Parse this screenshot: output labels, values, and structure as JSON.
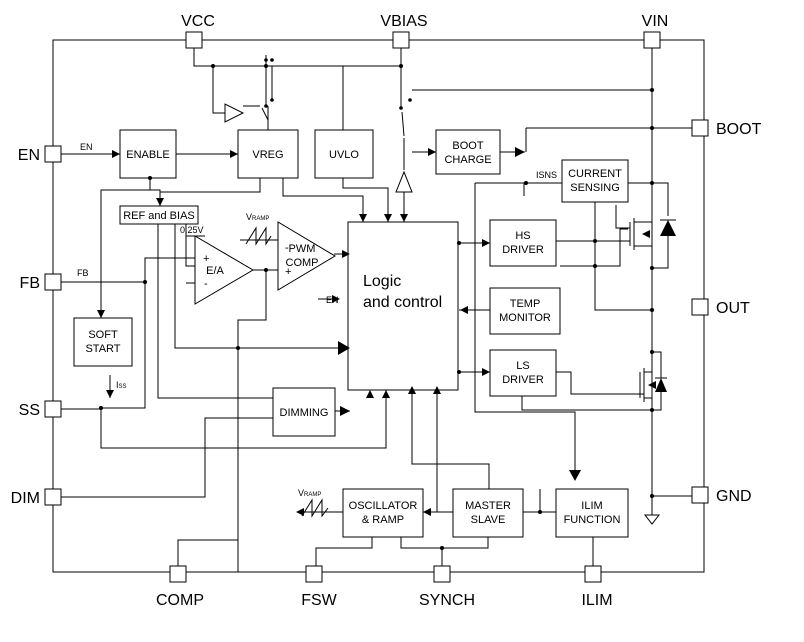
{
  "pins": {
    "vcc": "VCC",
    "vbias": "VBIAS",
    "vin": "VIN",
    "en": "EN",
    "fb": "FB",
    "ss": "SS",
    "dim": "DIM",
    "boot": "BOOT",
    "out": "OUT",
    "gnd": "GND",
    "comp": "COMP",
    "fsw": "FSW",
    "synch": "SYNCH",
    "ilim": "ILIM"
  },
  "blocks": {
    "enable": "ENABLE",
    "vreg": "VREG",
    "uvlo": "UVLO",
    "ref_bias": "REF and BIAS",
    "soft_start_1": "SOFT",
    "soft_start_2": "START",
    "ea": "E/A",
    "pwm_1": "PWM",
    "pwm_2": "COMP",
    "logic_1": "Logic",
    "logic_2": "and control",
    "boot_charge_1": "BOOT",
    "boot_charge_2": "CHARGE",
    "current_sensing_1": "CURRENT",
    "current_sensing_2": "SENSING",
    "hs_driver_1": "HS",
    "hs_driver_2": "DRIVER",
    "temp_monitor_1": "TEMP",
    "temp_monitor_2": "MONITOR",
    "ls_driver_1": "LS",
    "ls_driver_2": "DRIVER",
    "dimming": "DIMMING",
    "oscillator_1": "OSCILLATOR",
    "oscillator_2": "& RAMP",
    "master_slave_1": "MASTER",
    "master_slave_2": "SLAVE",
    "ilim_function_1": "ILIM",
    "ilim_function_2": "FUNCTION"
  },
  "signals": {
    "en_in": "EN",
    "en_logic": "EN",
    "fb_in": "FB",
    "vref": "0.25V",
    "vramp_main": "V",
    "vramp_main_sub": "RAMP",
    "vramp_osc": "V",
    "vramp_osc_sub": "RAMP",
    "isns": "ISNS",
    "iss": "I",
    "iss_sub": "SS",
    "plus": "+",
    "minus": "-"
  }
}
